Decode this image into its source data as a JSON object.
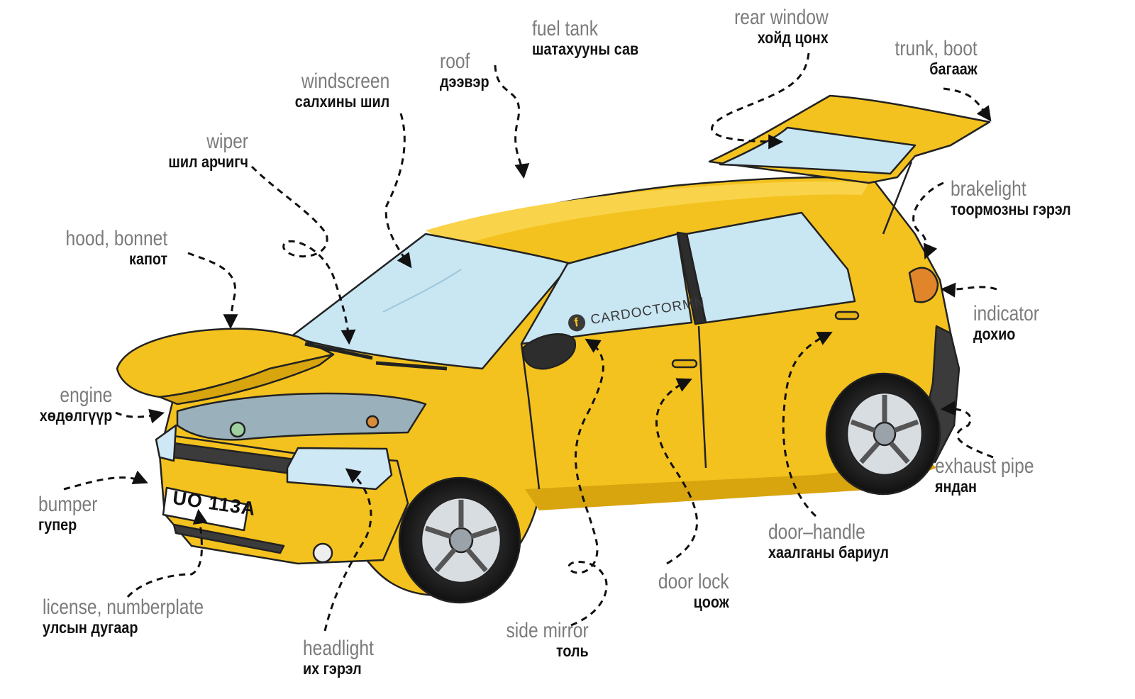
{
  "watermark": "CARDOCTORMN",
  "watermark_icon": "facebook-icon",
  "plate": "UO 113A",
  "colors": {
    "car_body": "#f4c21e",
    "car_shade": "#d8a50f",
    "glass": "#c9e6f3",
    "en_label": "#7b7b7b",
    "mn_label": "#111111"
  },
  "labels": {
    "fuel_tank": {
      "en": "fuel tank",
      "mn": "шатахууны сав"
    },
    "rear_window": {
      "en": "rear window",
      "mn": "хойд цонх"
    },
    "trunk": {
      "en": "trunk, boot",
      "mn": "багааж"
    },
    "roof": {
      "en": "roof",
      "mn": "дээвэр"
    },
    "windscreen": {
      "en": "windscreen",
      "mn": "салхины шил"
    },
    "wiper": {
      "en": "wiper",
      "mn": "шил арчигч"
    },
    "hood": {
      "en": "hood, bonnet",
      "mn": "капот"
    },
    "brakelight": {
      "en": "brakelight",
      "mn": "тоормозны гэрэл"
    },
    "indicator": {
      "en": "indicator",
      "mn": "дохио"
    },
    "engine": {
      "en": "engine",
      "mn": "хөдөлгүүр"
    },
    "bumper": {
      "en": "bumper",
      "mn": "гупер"
    },
    "exhaust": {
      "en": "exhaust pipe",
      "mn": "яндан"
    },
    "door_handle": {
      "en": "door–handle",
      "mn": "хаалганы бариул"
    },
    "door_lock": {
      "en": "door lock",
      "mn": "цоож"
    },
    "side_mirror": {
      "en": "side mirror",
      "mn": "толь"
    },
    "headlight": {
      "en": "headlight",
      "mn": "их гэрэл"
    },
    "license": {
      "en": "license, numberplate",
      "mn": "улсын дугаар"
    }
  }
}
